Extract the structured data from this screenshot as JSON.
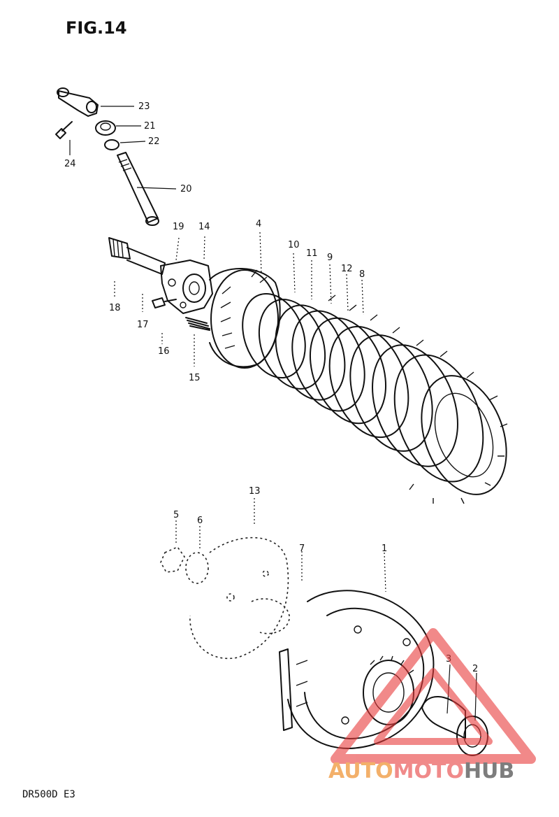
{
  "figure": {
    "title": "FIG.14",
    "model_code": "DR500D E3"
  },
  "watermark": {
    "part1": "AUTO",
    "part2": "MOTO",
    "part3": "HUB",
    "colors": {
      "auto": "#f3b06a",
      "moto": "#f08a8a",
      "hub": "#7d7d7d",
      "triangle": "#e83c3c"
    }
  },
  "callouts": [
    "23",
    "21",
    "22",
    "24",
    "20",
    "19",
    "14",
    "4",
    "10",
    "11",
    "9",
    "12",
    "8",
    "18",
    "17",
    "16",
    "15",
    "13",
    "5",
    "6",
    "7",
    "1",
    "3",
    "2"
  ]
}
